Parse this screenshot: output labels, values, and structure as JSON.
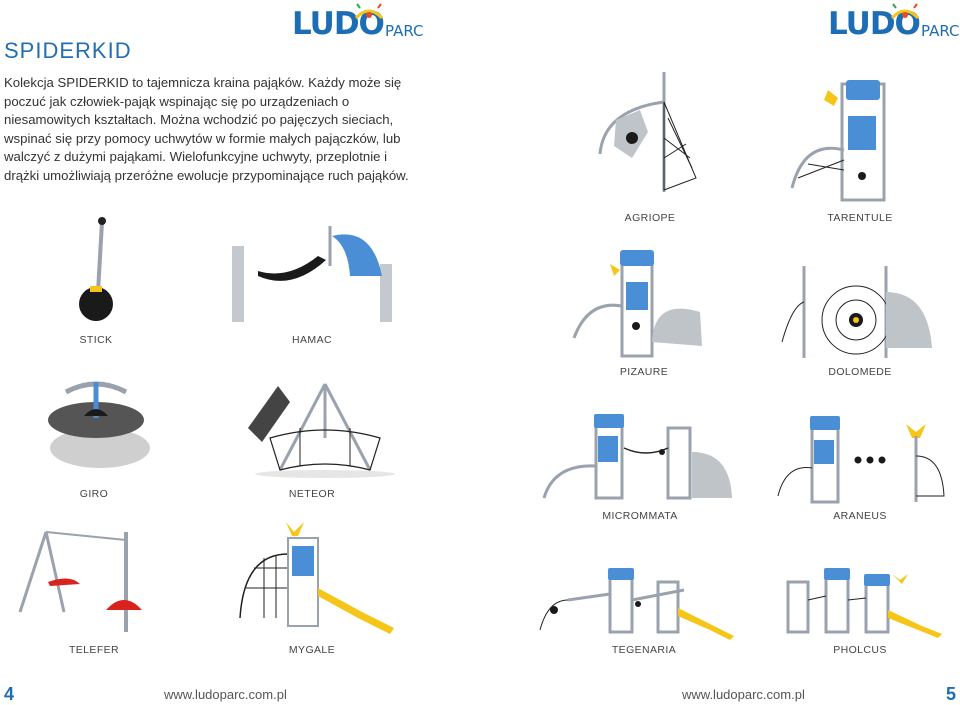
{
  "left_page": {
    "heading": "SPIDERKID",
    "intro": "Kolekcja SPIDERKID to tajemnicza kraina pająków. Każdy może się poczuć jak człowiek-pająk wspinając się po urządzeniach o niesamowitych kształtach. Można wchodzić po pajęczych sieciach, wspinać się przy pomocy uchwytów w formie małych pajączków, lub walczyć z dużymi pająkami. Wielofunkcyjne uchwyty, przeplotnie i drążki umożliwiają przeróżne ewolucje przypominające ruch pająków.",
    "products": [
      "STICK",
      "HAMAC",
      "GIRO",
      "NETEOR",
      "TELEFER",
      "MYGALE"
    ],
    "page_number": "4",
    "url": "www.ludoparc.com.pl"
  },
  "right_page": {
    "products": [
      "AGRIOPE",
      "TARENTULE",
      "PIZAURE",
      "DOLOMEDE",
      "MICROMMATA",
      "ARANEUS",
      "TEGENARIA",
      "PHOLCUS"
    ],
    "page_number": "5",
    "url": "www.ludoparc.com.pl"
  },
  "logo": {
    "main": "LUDO",
    "sub": "PARC"
  },
  "colors": {
    "brand_blue": "#1d6db4",
    "panel_blue": "#4a8fd6",
    "frame_grey": "#9aa3ad",
    "accent_yellow": "#f5c518",
    "net_dark": "#222222",
    "accent_red": "#d8231f"
  }
}
